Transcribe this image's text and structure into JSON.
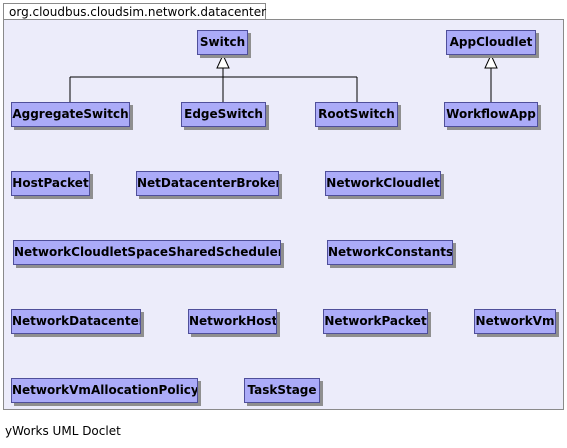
{
  "package": {
    "name": "org.cloudbus.cloudsim.network.datacenter"
  },
  "classes": {
    "switch": "Switch",
    "app_cloudlet": "AppCloudlet",
    "aggregate_switch": "AggregateSwitch",
    "edge_switch": "EdgeSwitch",
    "root_switch": "RootSwitch",
    "workflow_app": "WorkflowApp",
    "host_packet": "HostPacket",
    "net_datacenter_broker": "NetDatacenterBroker",
    "network_cloudlet": "NetworkCloudlet",
    "network_cloudlet_space_shared_scheduler": "NetworkCloudletSpaceSharedScheduler",
    "network_constants": "NetworkConstants",
    "network_datacenter": "NetworkDatacenter",
    "network_host": "NetworkHost",
    "network_packet": "NetworkPacket",
    "network_vm": "NetworkVm",
    "network_vm_allocation_policy": "NetworkVmAllocationPolicy",
    "task_stage": "TaskStage"
  },
  "footer": {
    "text": "yWorks UML Doclet"
  },
  "colors": {
    "package_fill": "#ececfa",
    "class_fill": "#ababf8",
    "class_border": "#4f4f9a",
    "edge": "#000000"
  }
}
